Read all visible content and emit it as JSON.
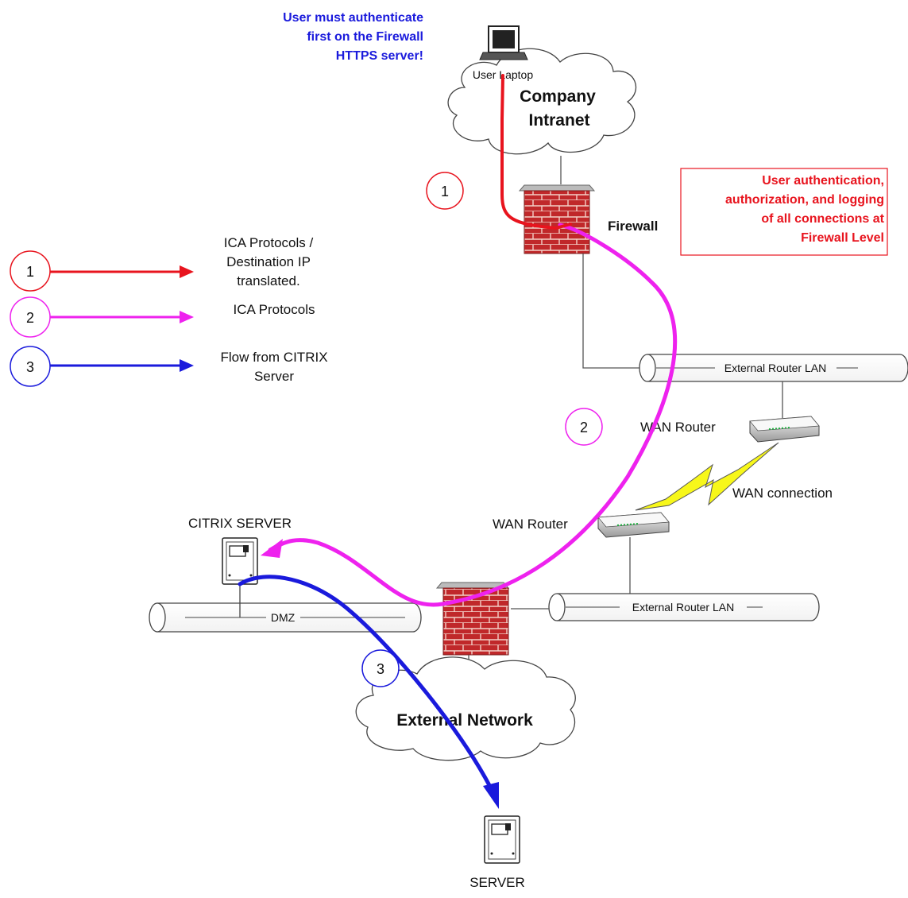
{
  "notes": {
    "user_auth_line1": "User must authenticate",
    "user_auth_line2": "first on the Firewall",
    "user_auth_line3": "HTTPS server!",
    "fw_box_line1": "User authentication,",
    "fw_box_line2": "authorization, and logging",
    "fw_box_line3": "of all connections at",
    "fw_box_line4": "Firewall Level"
  },
  "legend": {
    "items": [
      {
        "number": "1",
        "color": "#e8141e",
        "lines": [
          "ICA Protocols /",
          "Destination IP",
          "translated."
        ]
      },
      {
        "number": "2",
        "color": "#ee22ee",
        "lines": [
          "ICA Protocols"
        ]
      },
      {
        "number": "3",
        "color": "#1a1adc",
        "lines": [
          "Flow from CITRIX",
          "Server"
        ]
      }
    ]
  },
  "markers": {
    "m1": "1",
    "m2": "2",
    "m3": "3"
  },
  "labels": {
    "user_laptop": "User Laptop",
    "company_intranet_line1": "Company",
    "company_intranet_line2": "Intranet",
    "firewall": "Firewall",
    "ext_router_lan_top": "External Router LAN",
    "wan_router_top": "WAN Router",
    "wan_connection": "WAN connection",
    "wan_router_bottom": "WAN Router",
    "citrix_server": "CITRIX SERVER",
    "dmz": "DMZ",
    "ext_router_lan_bottom": "External Router LAN",
    "external_network": "External Network",
    "server": "SERVER"
  },
  "colors": {
    "flow1": "#e8141e",
    "flow2": "#ee22ee",
    "flow3": "#1a1adc",
    "firewall_brick": "#c0282a",
    "lightning": "#f7f71a"
  }
}
